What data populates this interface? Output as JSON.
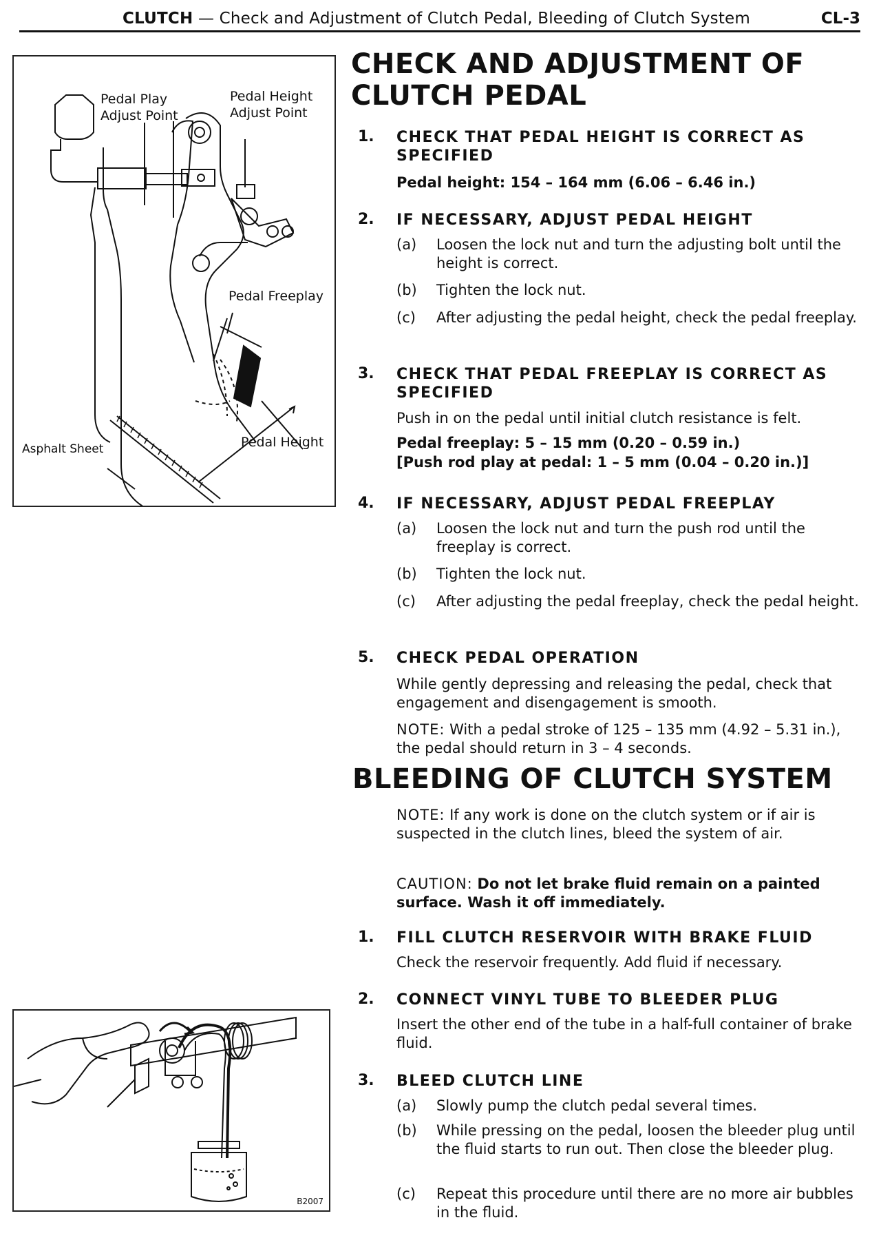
{
  "header": {
    "section": "CLUTCH",
    "title": "— Check and Adjustment of Clutch Pedal, Bleeding of Clutch System",
    "page": "CL-3"
  },
  "figure1": {
    "labels": {
      "pedal_play_adjust": "Pedal Play\nAdjust Point",
      "pedal_height_adjust": "Pedal Height\nAdjust Point",
      "pedal_freeplay": "Pedal Freeplay",
      "asphalt_sheet": "Asphalt Sheet",
      "pedal_height": "Pedal Height"
    }
  },
  "figure2": {
    "code": "B2007"
  },
  "section1": {
    "title": "CHECK AND ADJUSTMENT OF CLUTCH PEDAL",
    "steps": [
      {
        "num": "1.",
        "title": "CHECK THAT PEDAL HEIGHT IS CORRECT AS SPECIFIED",
        "spec": "Pedal height:   154 – 164 mm (6.06 – 6.46 in.)"
      },
      {
        "num": "2.",
        "title": "IF NECESSARY, ADJUST PEDAL HEIGHT",
        "subs": [
          {
            "lbl": "(a)",
            "txt": "Loosen the lock nut and turn the adjusting bolt until the height is correct."
          },
          {
            "lbl": "(b)",
            "txt": "Tighten the lock nut."
          },
          {
            "lbl": "(c)",
            "txt": "After adjusting the pedal height, check the pedal freeplay."
          }
        ]
      },
      {
        "num": "3.",
        "title": "CHECK THAT PEDAL FREEPLAY IS CORRECT AS SPECIFIED",
        "para": "Push in on the pedal until initial clutch resistance is felt.",
        "spec1": "Pedal freeplay:   5 – 15 mm (0.20 – 0.59 in.)",
        "spec2": "[Push rod play at pedal:   1 – 5 mm (0.04 – 0.20 in.)]"
      },
      {
        "num": "4.",
        "title": "IF NECESSARY, ADJUST PEDAL FREEPLAY",
        "subs": [
          {
            "lbl": "(a)",
            "txt": "Loosen the lock nut and turn the push rod until the freeplay is correct."
          },
          {
            "lbl": "(b)",
            "txt": "Tighten the lock nut."
          },
          {
            "lbl": "(c)",
            "txt": "After adjusting the pedal freeplay, check the pedal height."
          }
        ]
      },
      {
        "num": "5.",
        "title": "CHECK PEDAL OPERATION",
        "para": "While gently depressing and releasing the pedal, check that engagement and disengagement is smooth.",
        "note_label": "NOTE:",
        "note": "With a pedal stroke of 125 – 135 mm (4.92 – 5.31 in.), the pedal should return in 3 – 4 seconds."
      }
    ]
  },
  "section2": {
    "title": "BLEEDING OF CLUTCH SYSTEM",
    "note_label": "NOTE:",
    "note": "If any work is done on the clutch system or if air is suspected in the clutch lines, bleed the system of air.",
    "caution_label": "CAUTION:",
    "caution": "Do not let brake fluid remain on a painted surface. Wash it off immediately.",
    "steps": [
      {
        "num": "1.",
        "title": "FILL CLUTCH RESERVOIR WITH BRAKE FLUID",
        "para": "Check the reservoir frequently. Add fluid if necessary."
      },
      {
        "num": "2.",
        "title": "CONNECT VINYL TUBE TO BLEEDER PLUG",
        "para": "Insert the other end of the tube in a half-full container of brake fluid."
      },
      {
        "num": "3.",
        "title": "BLEED CLUTCH LINE",
        "subs": [
          {
            "lbl": "(a)",
            "txt": "Slowly pump the clutch pedal several times."
          },
          {
            "lbl": "(b)",
            "txt": "While pressing on the pedal, loosen the bleeder plug until the fluid starts to run out. Then close the bleeder plug."
          },
          {
            "lbl": "(c)",
            "txt": "Repeat this procedure until there are no more air bubbles in the fluid."
          }
        ]
      }
    ]
  }
}
